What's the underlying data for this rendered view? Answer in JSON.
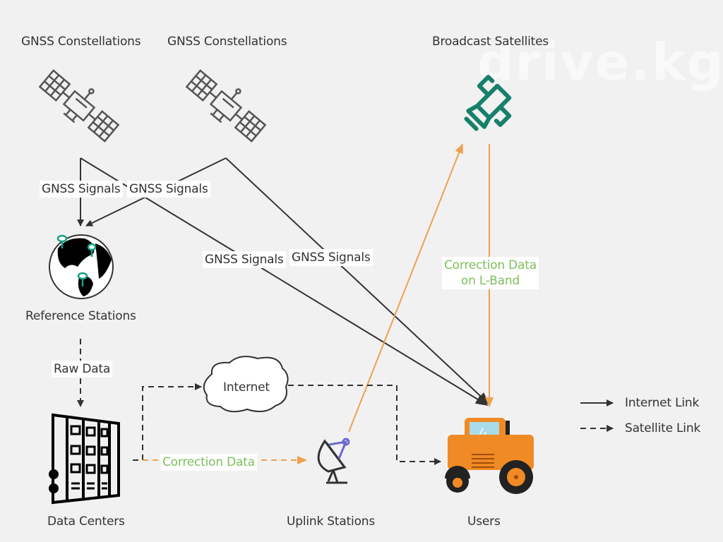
{
  "nodes": {
    "gnss1": "GNSS Constellations",
    "gnss2": "GNSS Constellations",
    "broadcast": "Broadcast Satellites",
    "reference": "Reference Stations",
    "datacenters": "Data Centers",
    "internet": "Internet",
    "uplink": "Uplink Stations",
    "users": "Users"
  },
  "edges": {
    "gnss_signal_1": "GNSS Signals",
    "gnss_signal_2": "GNSS Signals",
    "gnss_signal_3": "GNSS Signals",
    "gnss_signal_4": "GNSS Signals",
    "raw_data": "Raw Data",
    "correction_data": "Correction Data",
    "lband_line1": "Correction Data",
    "lband_line2": "on L-Band"
  },
  "legend": {
    "internet_link": "Internet Link",
    "satellite_link": "Satellite Link"
  },
  "watermark": "drive.kg",
  "colors": {
    "line": "#333333",
    "orange": "#f0a050",
    "green_text": "#7dbf5a",
    "satellite_green": "#17806a",
    "tractor": "#f08a24",
    "dish_accent": "#6a6ad0"
  }
}
